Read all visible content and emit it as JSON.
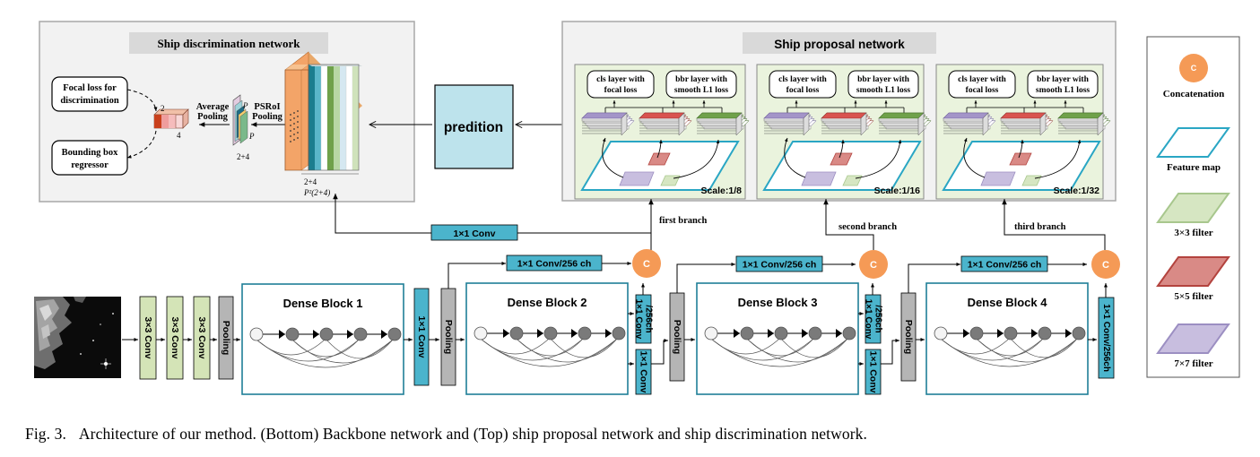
{
  "discrimination": {
    "title": "Ship discrimination network",
    "focal_loss": "Focal loss for discrimination",
    "focal_loss_line1": "Focal loss for",
    "focal_loss_line2": "discrimination",
    "bbox": "Bounding box regressor",
    "bbox_line1": "Bounding box",
    "bbox_line2": "regressor",
    "avg_pool": "Average Pooling",
    "avg_pool_line1": "Average",
    "avg_pool_line2": "Pooling",
    "psroi": "PSRoI Pooling",
    "psroi_line1": "PSRoI",
    "psroi_line2": "Pooling",
    "dim_2": "2",
    "dim_4": "4",
    "dim_p": "P",
    "dim_24": "2+4",
    "dim_stack_24": "2+4",
    "dim_stack_p": "P²(2+4)"
  },
  "prediction": {
    "label": "predition"
  },
  "proposal": {
    "title": "Ship proposal network",
    "cls_line1": "cls layer with",
    "cls_line2": "focal loss",
    "bbr_line1": "bbr layer with",
    "bbr_line2": "smooth L1 loss",
    "scales": [
      "Scale:1/8",
      "Scale:1/16",
      "Scale:1/32"
    ]
  },
  "branches": [
    "first branch",
    "second branch",
    "third branch"
  ],
  "backbone": {
    "conv3": "3×3 Conv",
    "pooling": "Pooling",
    "dense_blocks": [
      "Dense Block 1",
      "Dense Block 2",
      "Dense Block 3",
      "Dense Block 4"
    ],
    "conv1x1": "1×1 Conv",
    "conv1x1_256ch": "1×1 Conv/256 ch",
    "conv1x1_256ch_v1": "1×1 Conv",
    "conv1x1_256ch_v2": "/256ch",
    "conv1x1_256ch_compact": "1×1 Conv/256ch",
    "concat_symbol": "C"
  },
  "legend": {
    "items": [
      {
        "label": "Concatenation",
        "shape": "orange-circle",
        "color": "#f59a56"
      },
      {
        "label": "Feature map",
        "shape": "parallelogram",
        "color": "#ffffff",
        "stroke": "#2aa6c4"
      },
      {
        "label": "3×3 filter",
        "shape": "parallelogram",
        "color": "#d6e6c2",
        "stroke": "#a8c78d"
      },
      {
        "label": "5×5 filter",
        "shape": "parallelogram",
        "color": "#d98a86",
        "stroke": "#b3433e"
      },
      {
        "label": "7×7 filter",
        "shape": "parallelogram",
        "color": "#c8bedf",
        "stroke": "#9c8fc2"
      }
    ]
  },
  "caption": {
    "fig": "Fig. 3.",
    "text": "Architecture of our method. (Bottom) Backbone network and (Top) ship proposal network and ship discrimination network."
  },
  "colors": {
    "teal": "#4bb4cc",
    "teal_dark": "#1f7f97",
    "green_conv": "#d4e4b7",
    "pool_gray": "#b5b5b5",
    "panel_bg": "#f2f2f2",
    "scale_bg": "#eaf3dd",
    "concat": "#f59a56",
    "orange_stack": "#f3a468",
    "prediction_box": "#bde3ec"
  }
}
